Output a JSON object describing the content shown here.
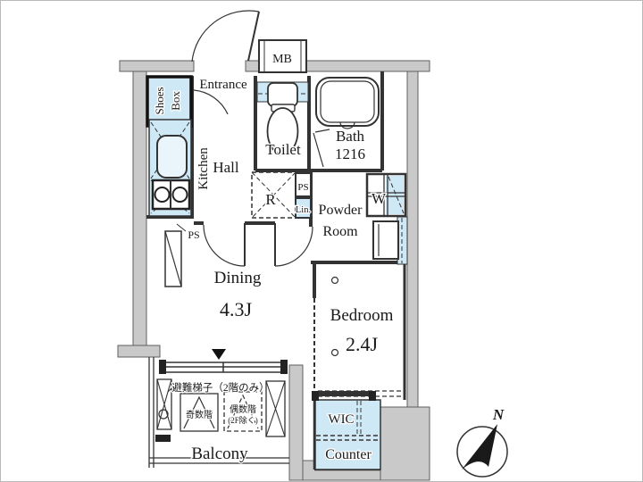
{
  "plan": {
    "rooms": {
      "entrance": "Entrance",
      "shoes_box_line1": "Shoes",
      "shoes_box_line2": "Box",
      "kitchen": "Kitchen",
      "hall": "Hall",
      "toilet": "Toilet",
      "bath": "Bath",
      "bath_size": "1216",
      "powder_line1": "Powder",
      "powder_line2": "Room",
      "dining": "Dining",
      "dining_size": "4.3J",
      "bedroom": "Bedroom",
      "bedroom_size": "2.4J",
      "wic": "WIC",
      "counter": "Counter",
      "balcony": "Balcony"
    },
    "fixtures": {
      "meter_box": "MB",
      "refrigerator_space": "R",
      "pipe_space_bath": "PS",
      "pipe_space_kitchen": "PS",
      "linen": "Lin.",
      "washing_machine": "W"
    },
    "balcony_notes": {
      "evacuation_ladder": "避難梯子（2階のみ）",
      "odd_floors": "奇数階",
      "even_floors": "偶数階",
      "even_floors_note": "(2F除く)"
    },
    "compass": {
      "north": "N"
    },
    "colors": {
      "wall_fill": "#c9c9c9",
      "water_fill": "#cfe8f5",
      "line": "#333333"
    }
  }
}
